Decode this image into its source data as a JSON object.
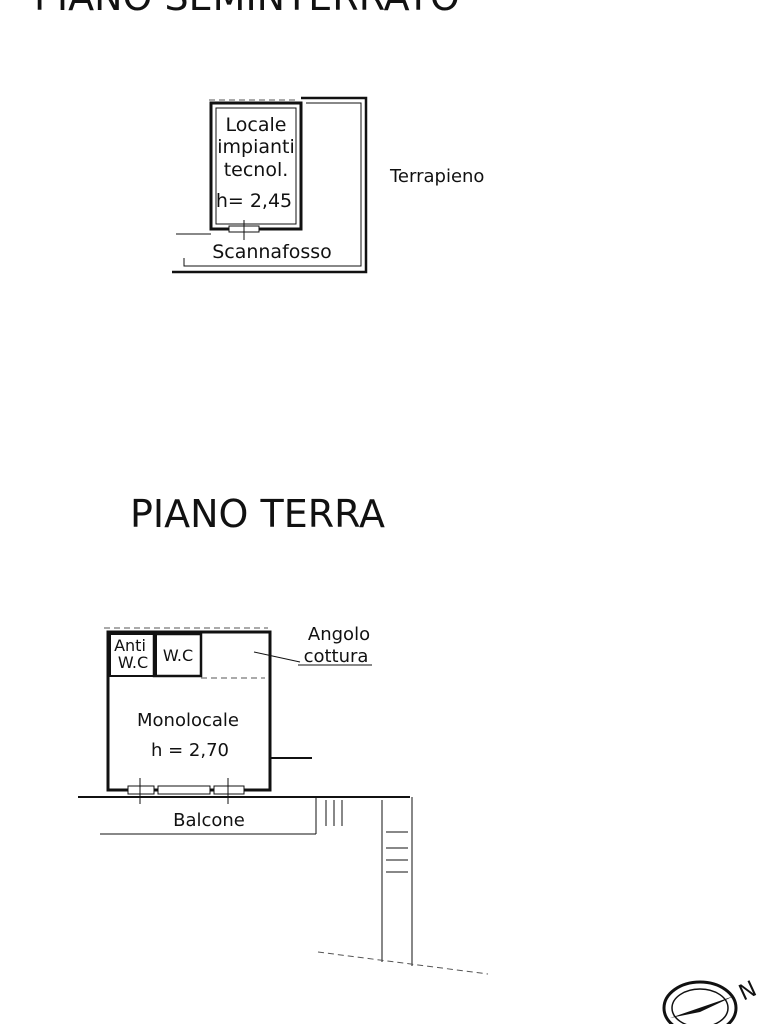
{
  "basement": {
    "title": "PIANO SEMINTERRATO",
    "room_line1": "Locale",
    "room_line2": "impianti",
    "room_line3": "tecnol.",
    "room_height": "h= 2,45",
    "outside_label": "Terrapieno",
    "trench_label": "Scannafosso"
  },
  "ground": {
    "title": "PIANO TERRA",
    "antiwc_line1": "Anti",
    "antiwc_line2": "W.C",
    "wc_label": "W.C",
    "kitchen_line1": "Angolo",
    "kitchen_line2": "cottura",
    "room_label": "Monolocale",
    "room_height": "h = 2,70",
    "balcony_label": "Balcone"
  },
  "compass": {
    "letter": "N"
  }
}
